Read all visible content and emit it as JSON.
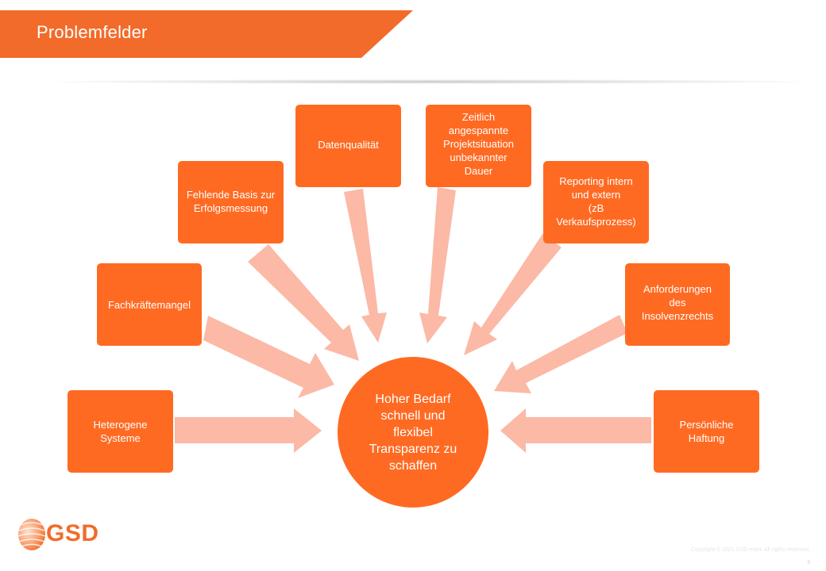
{
  "header": {
    "title": "Problemfelder"
  },
  "diagram": {
    "center": "Hoher Bedarf\nschnell und\nflexibel\nTransparenz zu\nschaffen",
    "boxes": [
      "Heterogene\nSysteme",
      "Fachkräftemangel",
      "Fehlende Basis zur\nErfolgsmessung",
      "Datenqualität",
      "Zeitlich\nangespannte\nProjektsituation\nunbekannter\nDauer",
      "Reporting intern\nund extern\n(zB\nVerkaufsprozess)",
      "Anforderungen\ndes\nInsolvenzrechts",
      "Persönliche\nHaftung"
    ]
  },
  "colors": {
    "accent": "#ff6a22",
    "banner": "#f26b2a",
    "arrow": "#fbb9a6"
  },
  "logo": {
    "text": "GSD"
  },
  "footer": {
    "copyright": "Copyright © 2021 GSD mbH. All rights reserved.",
    "page": "3"
  }
}
